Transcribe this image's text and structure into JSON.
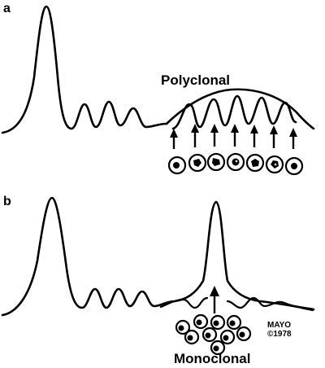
{
  "panels": [
    {
      "letter": "a",
      "title": "Polyclonal"
    },
    {
      "letter": "b",
      "title": "Monoclonal"
    }
  ],
  "credit": {
    "line1": "MAYO",
    "line2": "©1978"
  },
  "icons": {
    "arrow": "up-arrow-icon",
    "cell": "plasma-cell-icon"
  }
}
